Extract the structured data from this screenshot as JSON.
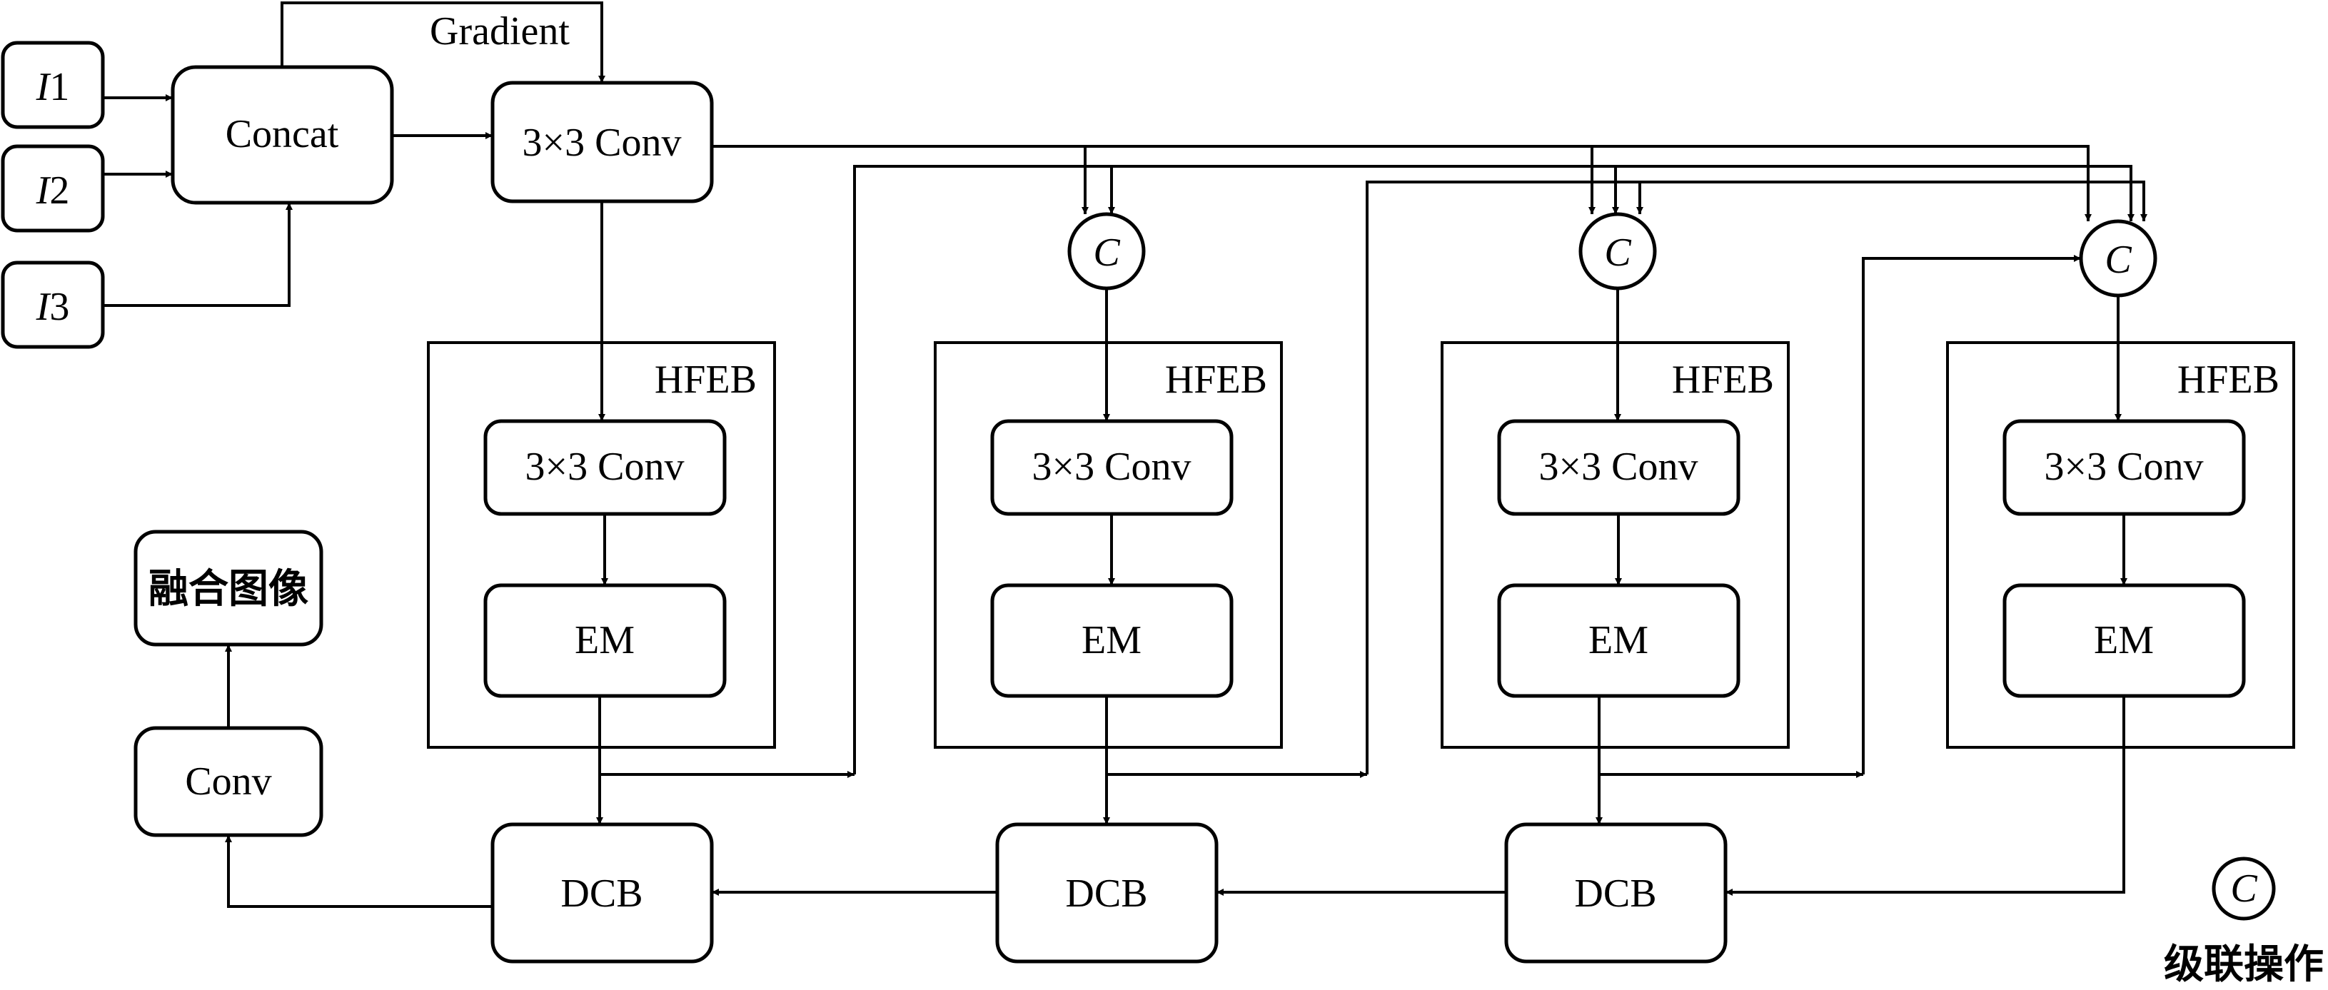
{
  "inputs": {
    "i1": {
      "var": "I",
      "num": "1"
    },
    "i2": {
      "var": "I",
      "num": "2"
    },
    "i3": {
      "var": "I",
      "num": "3"
    }
  },
  "concat_label": "Concat",
  "gradient_label": "Gradient",
  "conv3x3_label": "3×3 Conv",
  "hfeb_label": "HFEB",
  "em_label": "EM",
  "dcb_label": "DCB",
  "conv_label": "Conv",
  "output_label": "融合图像",
  "concat_op_symbol": "C",
  "legend": {
    "symbol": "C",
    "text": "级联操作"
  }
}
